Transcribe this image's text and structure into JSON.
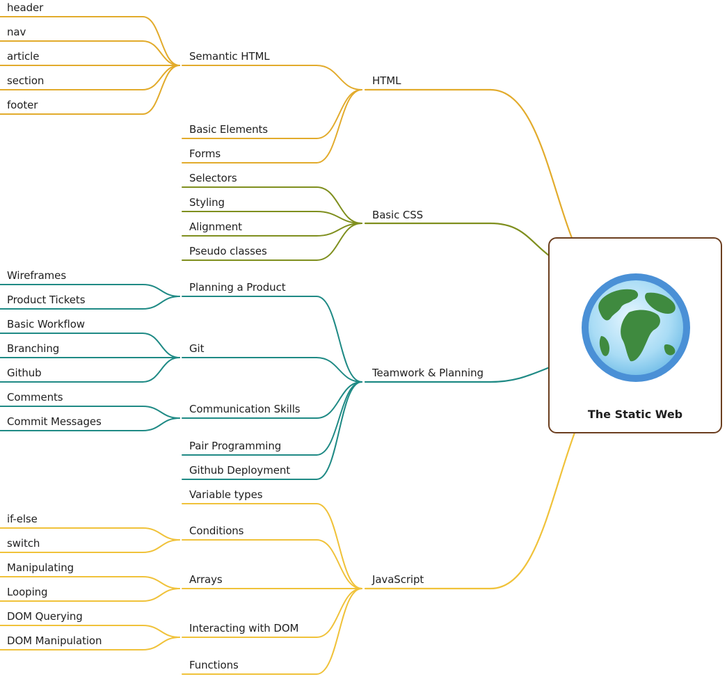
{
  "root": {
    "title": "The Static Web",
    "icon": "globe-icon"
  },
  "colors": {
    "html": "#e2ab2c",
    "css": "#7f8f1e",
    "team": "#1f8a85",
    "js": "#f0c23a",
    "root_border": "#6b3e1f"
  },
  "branches": [
    {
      "id": "html",
      "label": "HTML",
      "children": [
        {
          "label": "Semantic HTML",
          "children": [
            "header",
            "nav",
            "article",
            "section",
            "footer"
          ]
        },
        {
          "label": "Basic Elements"
        },
        {
          "label": "Forms"
        }
      ]
    },
    {
      "id": "css",
      "label": "Basic CSS",
      "children": [
        {
          "label": "Selectors"
        },
        {
          "label": "Styling"
        },
        {
          "label": "Alignment"
        },
        {
          "label": "Pseudo classes"
        }
      ]
    },
    {
      "id": "team",
      "label": "Teamwork & Planning",
      "children": [
        {
          "label": "Planning a Product",
          "children": [
            "Wireframes",
            "Product Tickets"
          ]
        },
        {
          "label": "Git",
          "children": [
            "Basic Workflow",
            "Branching",
            "Github"
          ]
        },
        {
          "label": "Communication Skills",
          "children": [
            "Comments",
            "Commit Messages"
          ]
        },
        {
          "label": "Pair Programming"
        },
        {
          "label": "Github Deployment"
        }
      ]
    },
    {
      "id": "js",
      "label": "JavaScript",
      "children": [
        {
          "label": "Variable types"
        },
        {
          "label": "Conditions",
          "children": [
            "if-else",
            "switch"
          ]
        },
        {
          "label": "Arrays",
          "children": [
            "Manipulating",
            "Looping"
          ]
        },
        {
          "label": "Interacting with DOM",
          "children": [
            "DOM Querying",
            "DOM Manipulation"
          ]
        },
        {
          "label": "Functions"
        }
      ]
    }
  ]
}
